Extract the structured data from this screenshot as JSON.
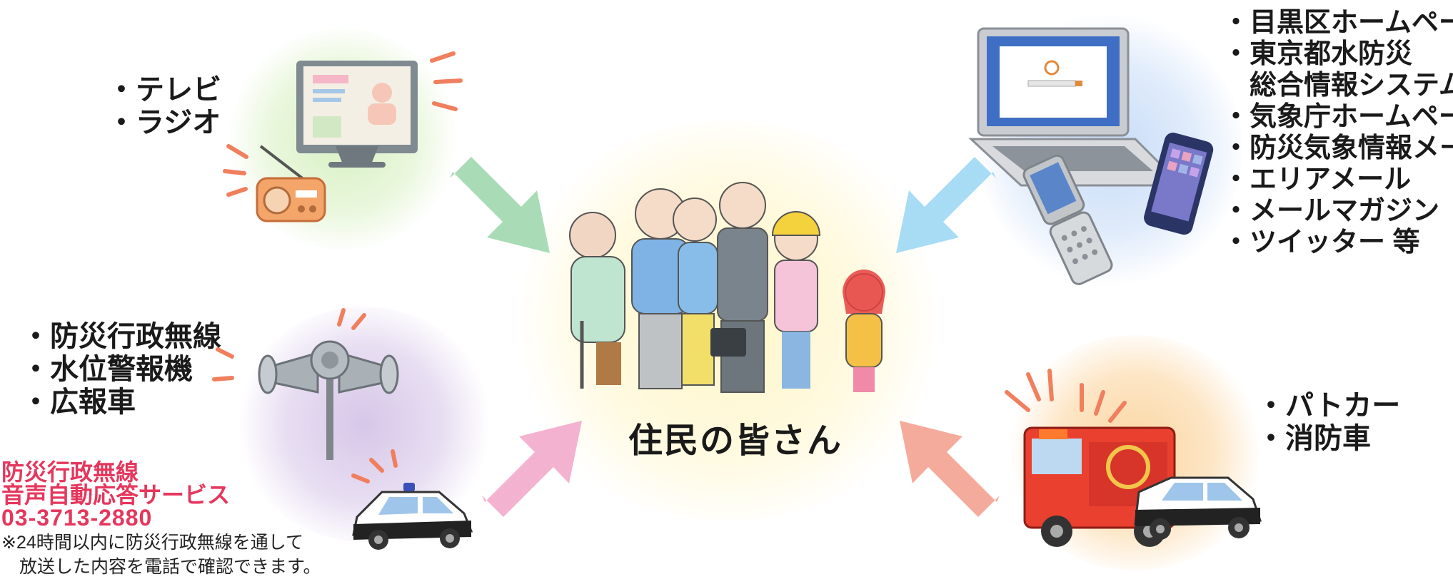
{
  "center": {
    "label": "住民の皆さん"
  },
  "channels": {
    "broadcast": {
      "items": [
        "・テレビ",
        "・ラジオ"
      ]
    },
    "online": {
      "items": [
        "・目黒区ホームページ",
        "・東京都水防災",
        "　総合情報システム",
        "・気象庁ホームページ",
        "・防災気象情報メール",
        "・エリアメール",
        "・メールマガジン",
        "・ツイッター 等"
      ]
    },
    "outdoor": {
      "items": [
        "・防災行政無線",
        "・水位警報機",
        "・広報車"
      ]
    },
    "vehicles": {
      "items": [
        "・パトカー",
        "・消防車"
      ]
    }
  },
  "phone_service": {
    "title_line1": "防災行政無線",
    "title_line2": "音声自動応答サービス",
    "number": "03-3713-2880",
    "note_line1": "※24時間以内に防災行政無線を通して",
    "note_line2": "　放送した内容を電話で確認できます。"
  },
  "colors": {
    "arrow_green": "#a9dcb6",
    "arrow_blue": "#a7dcf4",
    "arrow_pink": "#f3b2cf",
    "arrow_salmon": "#f5ab9c",
    "phone_red": "#e5375d",
    "glow_green": "#d8f0c4",
    "glow_blue": "#c7dcf7",
    "glow_purple": "#d6c7e8",
    "glow_orange": "#fbd5a0",
    "glow_center": "#fff6c8"
  },
  "icons": [
    "tv-icon",
    "radio-icon",
    "laptop-icon",
    "smartphone-icon",
    "flip-phone-icon",
    "loudspeaker-icon",
    "police-car-icon",
    "fire-truck-icon",
    "residents-group-icon"
  ]
}
